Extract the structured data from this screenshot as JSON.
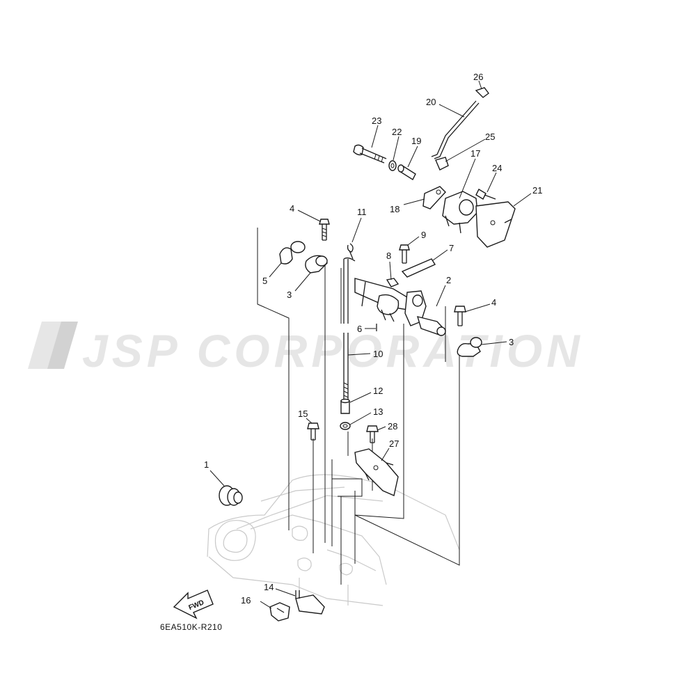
{
  "watermark": {
    "text": "JSP CORPORATION"
  },
  "diagram_code": "6EA510K-R210",
  "fwd_label": "FWD",
  "callouts": {
    "p1": "1",
    "p2": "2",
    "p3a": "3",
    "p3b": "3",
    "p4a": "4",
    "p4b": "4",
    "p5": "5",
    "p6": "6",
    "p7": "7",
    "p8": "8",
    "p9": "9",
    "p10": "10",
    "p11": "11",
    "p12": "12",
    "p13": "13",
    "p14": "14",
    "p15": "15",
    "p16": "16",
    "p17": "17",
    "p18": "18",
    "p19": "19",
    "p20": "20",
    "p21": "21",
    "p22": "22",
    "p23": "23",
    "p24": "24",
    "p25": "25",
    "p26": "26",
    "p27": "27",
    "p28": "28"
  }
}
